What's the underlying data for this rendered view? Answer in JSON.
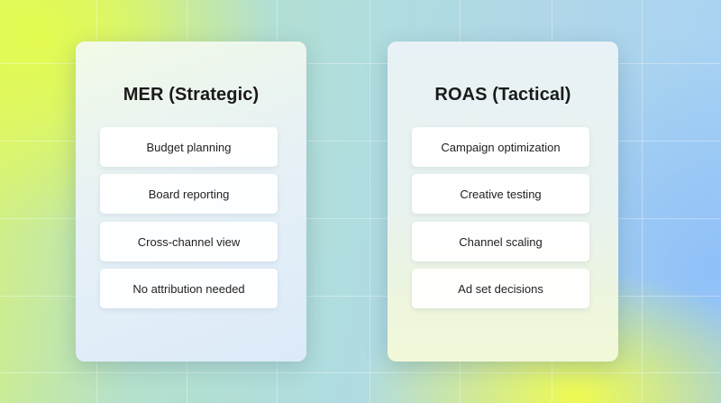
{
  "cards": [
    {
      "title": "MER (Strategic)",
      "items": [
        "Budget planning",
        "Board reporting",
        "Cross-channel view",
        "No attribution needed"
      ]
    },
    {
      "title": "ROAS (Tactical)",
      "items": [
        "Campaign optimization",
        "Creative testing",
        "Channel scaling",
        "Ad set decisions"
      ]
    }
  ],
  "colors": {
    "background_yellow": "#e4fb50",
    "background_teal": "#b0dde0",
    "background_blue": "#a6d2f6",
    "title_text": "#1a1a1a",
    "item_text": "#222222"
  }
}
